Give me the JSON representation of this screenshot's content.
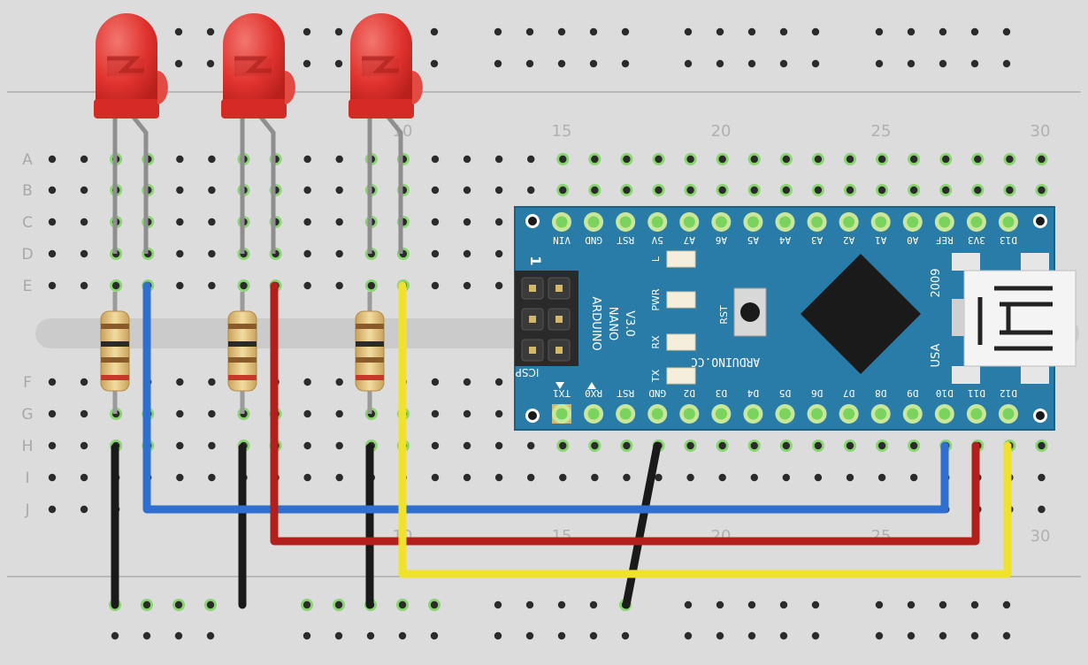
{
  "breadboard": {
    "row_letters_top": [
      "A",
      "B",
      "C",
      "D",
      "E"
    ],
    "row_letters_bottom": [
      "F",
      "G",
      "H",
      "I",
      "J"
    ],
    "column_numbers": [
      "10",
      "15",
      "20",
      "25",
      "30"
    ],
    "column_numbers_bottom": [
      "10",
      "15",
      "20",
      "25",
      "30"
    ]
  },
  "arduino": {
    "top_pins": [
      "VIN",
      "GND",
      "RST",
      "5V",
      "A7",
      "A6",
      "A5",
      "A4",
      "A3",
      "A2",
      "A1",
      "A0",
      "REF",
      "3V3",
      "D13"
    ],
    "bottom_pins": [
      "TX1",
      "RX0",
      "RST",
      "GND",
      "D2",
      "D3",
      "D4",
      "D5",
      "D6",
      "D7",
      "D8",
      "D9",
      "D10",
      "D11",
      "D12"
    ],
    "board_name": [
      "ARDUINO",
      "NANO",
      "V3.0"
    ],
    "icsp_label": "ICSP",
    "icsp_pin1": "1",
    "led_labels": [
      "L",
      "PWR",
      "RX",
      "TX"
    ],
    "reset_label": "RST",
    "site": "ARDUINO.CC",
    "year": "2009",
    "country": "USA"
  },
  "colors": {
    "led_red": "#e0332e",
    "board_blue": "#2a7ca8",
    "wire_blue": "#2f6fd0",
    "wire_red": "#b31f1a",
    "wire_yellow": "#f0e22a",
    "wire_black": "#1a1a1a",
    "hole_green": "#7ad35c"
  }
}
